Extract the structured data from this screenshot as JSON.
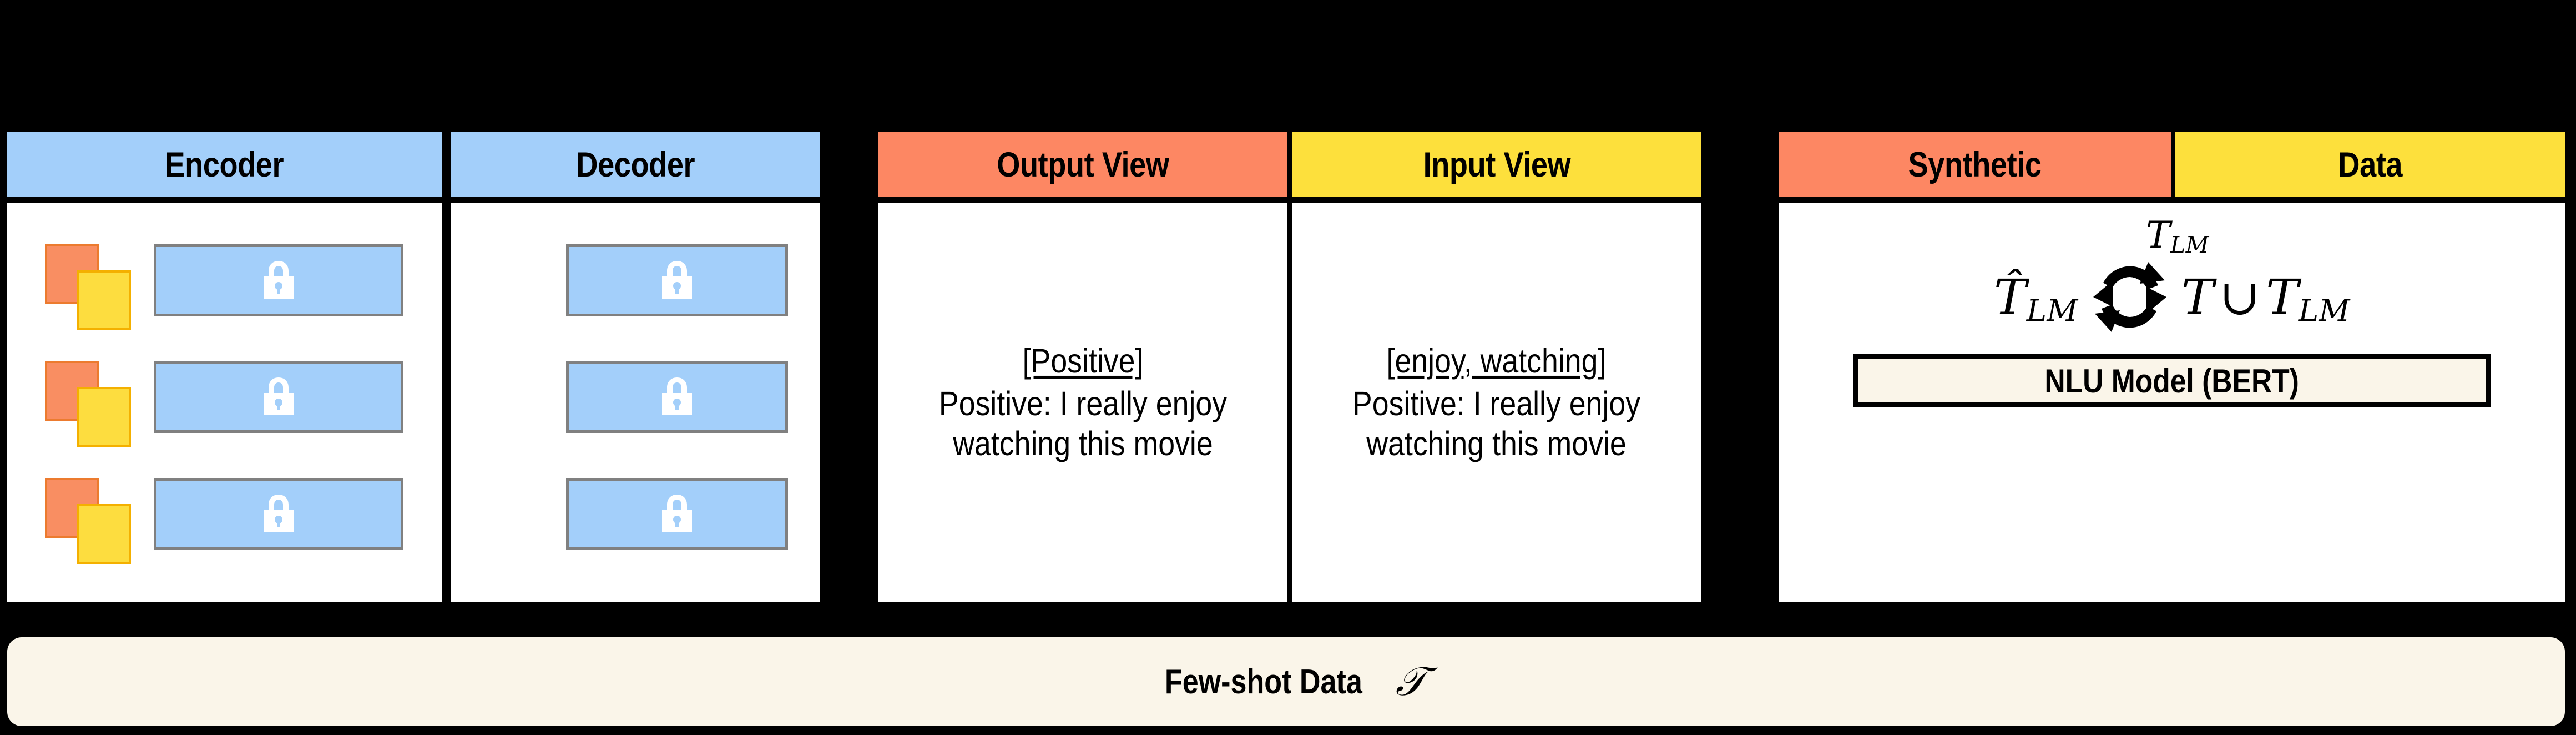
{
  "figure": {
    "background_color": "#000000",
    "panels": [
      {
        "id": "encoder-decoder",
        "columns": [
          {
            "header": "Encoder",
            "header_color": "#A3CFFA",
            "rows": [
              {
                "squares": [
                  "orange",
                  "yellow"
                ],
                "tile_icon": "lock-icon"
              },
              {
                "squares": [
                  "orange",
                  "yellow"
                ],
                "tile_icon": "lock-icon"
              },
              {
                "squares": [
                  "orange",
                  "yellow"
                ],
                "tile_icon": "lock-icon"
              }
            ]
          },
          {
            "header": "Decoder",
            "header_color": "#A3CFFA",
            "rows": [
              {
                "squares": [],
                "tile_icon": "lock-icon"
              },
              {
                "squares": [],
                "tile_icon": "lock-icon"
              },
              {
                "squares": [],
                "tile_icon": "lock-icon"
              }
            ]
          }
        ]
      },
      {
        "id": "views",
        "columns": [
          {
            "header": "Output View",
            "header_color": "#FD8763",
            "tag": "[Positive]",
            "text": "Positive: I really enjoy watching this movie"
          },
          {
            "header": "Input View",
            "header_color": "#FDE03C",
            "tag": "[enjoy, watching]",
            "text": "Positive: I really enjoy watching this movie"
          }
        ]
      },
      {
        "id": "synthetic-data",
        "headers": [
          {
            "label": "Synthetic",
            "color": "#FD8763"
          },
          {
            "label": "Data",
            "color": "#FDE03C"
          }
        ],
        "top_symbol_base": "T",
        "top_symbol_sub": "LM",
        "left_symbol_hat": "T̂",
        "left_symbol_sub": "LM",
        "cycle_icon": "refresh-cycle-icon",
        "right_symbol_first": "T",
        "right_symbol_union": "∪",
        "right_symbol_second": "T",
        "right_symbol_sub": "LM",
        "model_box_label": "NLU Model (BERT)",
        "model_box_color": "#FAF5E9"
      }
    ],
    "footer": {
      "label": "Few-shot Data",
      "symbol": "𝒯",
      "background_color": "#FAF5E9"
    },
    "colors": {
      "blue_header": "#A3CFFA",
      "orange_header": "#FD8763",
      "yellow_header": "#FDE03C",
      "tile_blue": "#A3CFFA",
      "tile_border": "#808080",
      "square_orange": "#F98E62",
      "square_orange_border": "#EC7B2F",
      "square_yellow": "#FDDD3F",
      "square_yellow_border": "#F4B000",
      "cream": "#FAF5E9",
      "white": "#FFFFFF",
      "black": "#000000"
    }
  }
}
